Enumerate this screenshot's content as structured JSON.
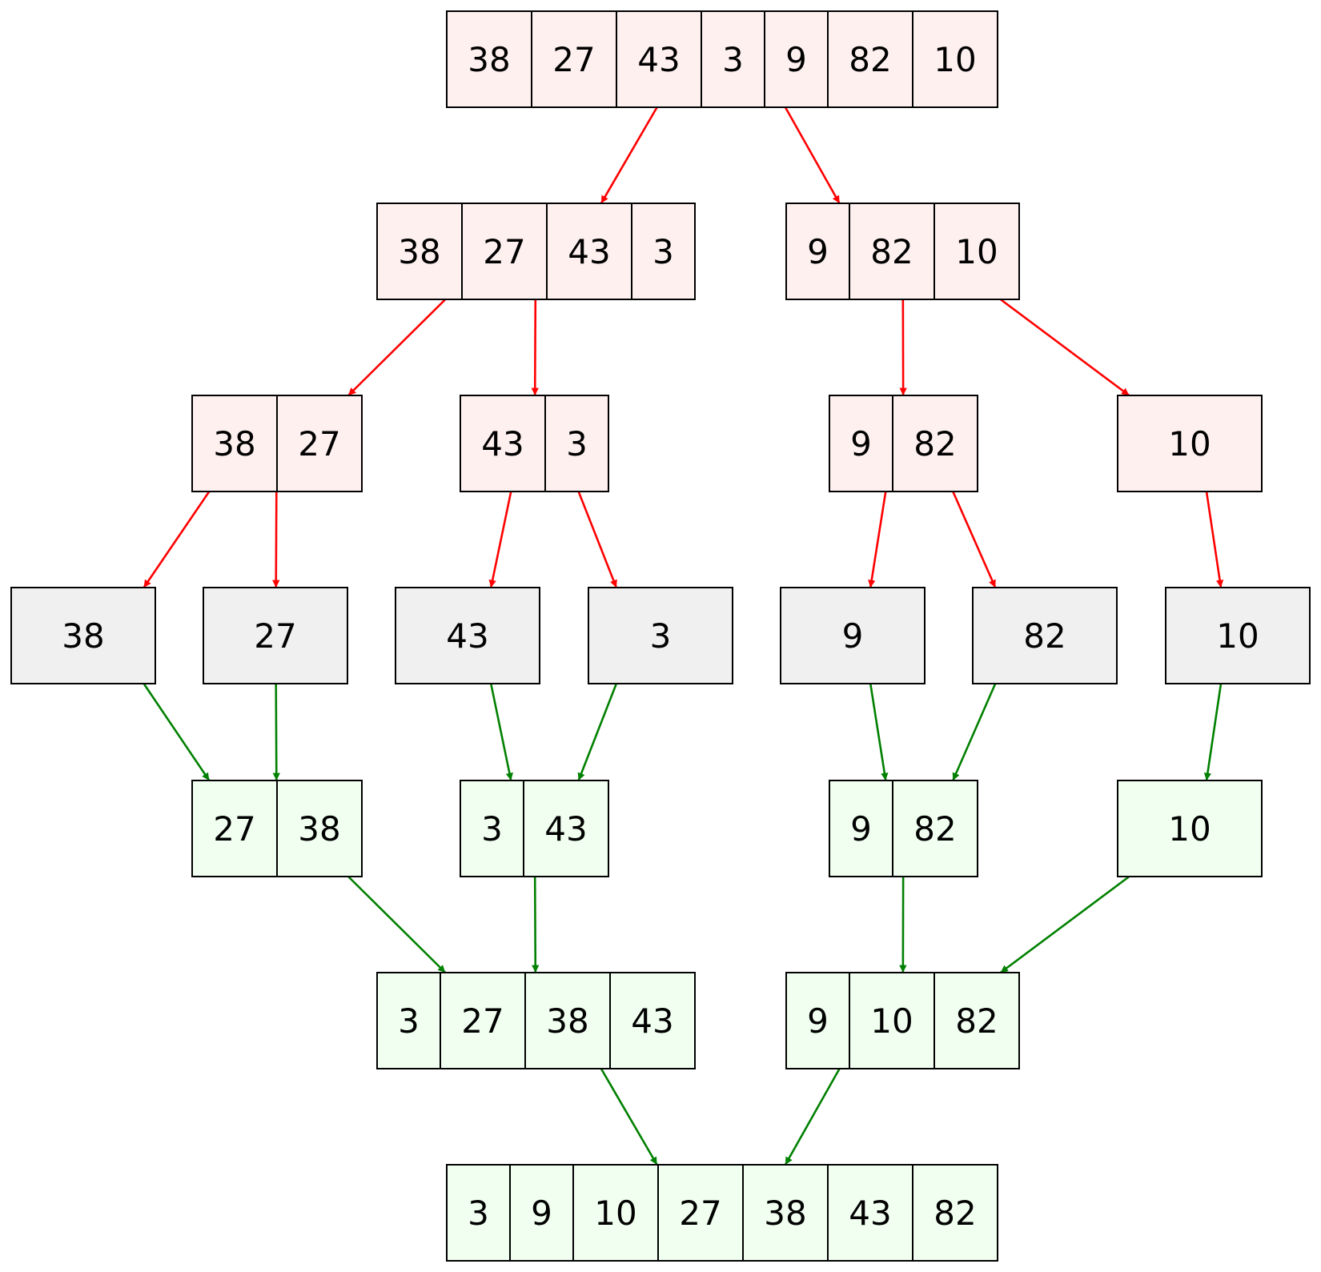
{
  "colors": {
    "split_fill": "#fff0f0",
    "leaf_fill": "#f0f0f0",
    "merge_fill": "#f0fff0",
    "split_edge": "#ff0000",
    "merge_edge": "#008000",
    "border": "#000000"
  },
  "nodes": [
    {
      "id": "n0",
      "kind": "split",
      "cells": [
        "38",
        "27",
        "43",
        "3",
        "9",
        "82",
        "10"
      ]
    },
    {
      "id": "n1",
      "kind": "split",
      "cells": [
        "38",
        "27",
        "43",
        "3"
      ]
    },
    {
      "id": "n2",
      "kind": "split",
      "cells": [
        "9",
        "82",
        "10"
      ]
    },
    {
      "id": "n3",
      "kind": "split",
      "cells": [
        "38",
        "27"
      ]
    },
    {
      "id": "n4",
      "kind": "split",
      "cells": [
        "43",
        "3"
      ]
    },
    {
      "id": "n5",
      "kind": "split",
      "cells": [
        "9",
        "82"
      ]
    },
    {
      "id": "n6",
      "kind": "split",
      "cells": [
        "10"
      ]
    },
    {
      "id": "n7",
      "kind": "leaf",
      "cells": [
        "38"
      ]
    },
    {
      "id": "n8",
      "kind": "leaf",
      "cells": [
        "27"
      ]
    },
    {
      "id": "n9",
      "kind": "leaf",
      "cells": [
        "43"
      ]
    },
    {
      "id": "n10",
      "kind": "leaf",
      "cells": [
        "3"
      ]
    },
    {
      "id": "n11",
      "kind": "leaf",
      "cells": [
        "9"
      ]
    },
    {
      "id": "n12",
      "kind": "leaf",
      "cells": [
        "82"
      ]
    },
    {
      "id": "n13",
      "kind": "leaf",
      "cells": [
        "10"
      ]
    },
    {
      "id": "n14",
      "kind": "merge",
      "cells": [
        "27",
        "38"
      ]
    },
    {
      "id": "n15",
      "kind": "merge",
      "cells": [
        "3",
        "43"
      ]
    },
    {
      "id": "n16",
      "kind": "merge",
      "cells": [
        "9",
        "82"
      ]
    },
    {
      "id": "n17",
      "kind": "merge",
      "cells": [
        "10"
      ]
    },
    {
      "id": "n18",
      "kind": "merge",
      "cells": [
        "3",
        "27",
        "38",
        "43"
      ]
    },
    {
      "id": "n19",
      "kind": "merge",
      "cells": [
        "9",
        "10",
        "82"
      ]
    },
    {
      "id": "n20",
      "kind": "merge",
      "cells": [
        "3",
        "9",
        "10",
        "27",
        "38",
        "43",
        "82"
      ]
    }
  ],
  "edges": [
    {
      "from": "n0",
      "to": "n1",
      "kind": "split"
    },
    {
      "from": "n0",
      "to": "n2",
      "kind": "split"
    },
    {
      "from": "n1",
      "to": "n3",
      "kind": "split"
    },
    {
      "from": "n1",
      "to": "n4",
      "kind": "split"
    },
    {
      "from": "n2",
      "to": "n5",
      "kind": "split"
    },
    {
      "from": "n2",
      "to": "n6",
      "kind": "split"
    },
    {
      "from": "n3",
      "to": "n7",
      "kind": "split"
    },
    {
      "from": "n3",
      "to": "n8",
      "kind": "split"
    },
    {
      "from": "n4",
      "to": "n9",
      "kind": "split"
    },
    {
      "from": "n4",
      "to": "n10",
      "kind": "split"
    },
    {
      "from": "n5",
      "to": "n11",
      "kind": "split"
    },
    {
      "from": "n5",
      "to": "n12",
      "kind": "split"
    },
    {
      "from": "n6",
      "to": "n13",
      "kind": "split"
    },
    {
      "from": "n7",
      "to": "n14",
      "kind": "merge"
    },
    {
      "from": "n8",
      "to": "n14",
      "kind": "merge"
    },
    {
      "from": "n9",
      "to": "n15",
      "kind": "merge"
    },
    {
      "from": "n10",
      "to": "n15",
      "kind": "merge"
    },
    {
      "from": "n11",
      "to": "n16",
      "kind": "merge"
    },
    {
      "from": "n12",
      "to": "n16",
      "kind": "merge"
    },
    {
      "from": "n13",
      "to": "n17",
      "kind": "merge"
    },
    {
      "from": "n14",
      "to": "n18",
      "kind": "merge"
    },
    {
      "from": "n15",
      "to": "n18",
      "kind": "merge"
    },
    {
      "from": "n16",
      "to": "n19",
      "kind": "merge"
    },
    {
      "from": "n17",
      "to": "n19",
      "kind": "merge"
    },
    {
      "from": "n18",
      "to": "n20",
      "kind": "merge"
    },
    {
      "from": "n19",
      "to": "n20",
      "kind": "merge"
    }
  ]
}
